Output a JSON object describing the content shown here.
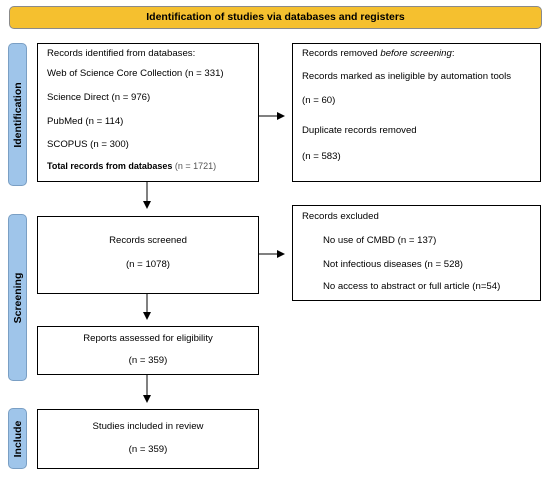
{
  "banner": {
    "title": "Identification of studies via databases and registers"
  },
  "phases": {
    "identification": "Identification",
    "screening": "Screening",
    "include": "Include"
  },
  "identified": {
    "heading": "Records identified from databases:",
    "sources": [
      "Web of Science Core Collection (n = 331)",
      "Science Direct (n = 976)",
      "PubMed (n = 114)",
      "SCOPUS (n = 300)"
    ],
    "total_label": "Total records from databases",
    "total_value": "(n = 1721)"
  },
  "removed": {
    "heading_prefix": "Records removed ",
    "heading_emphasis": "before screening",
    "heading_suffix": ":",
    "ineligible_label": "Records marked as ineligible by automation tools",
    "ineligible_value": "(n = 60)",
    "duplicates_label": "Duplicate records removed",
    "duplicates_value": "(n = 583)"
  },
  "screened": {
    "label": "Records screened",
    "value": "(n = 1078)"
  },
  "excluded": {
    "heading": "Records excluded",
    "reasons": [
      "No use of CMBD (n = 137)",
      "Not infectious diseases (n = 528)",
      "No access to abstract or full article (n=54)"
    ]
  },
  "assessed": {
    "label": "Reports assessed for eligibility",
    "value": "(n = 359)"
  },
  "included": {
    "label": "Studies included in review",
    "value": "(n = 359)"
  }
}
